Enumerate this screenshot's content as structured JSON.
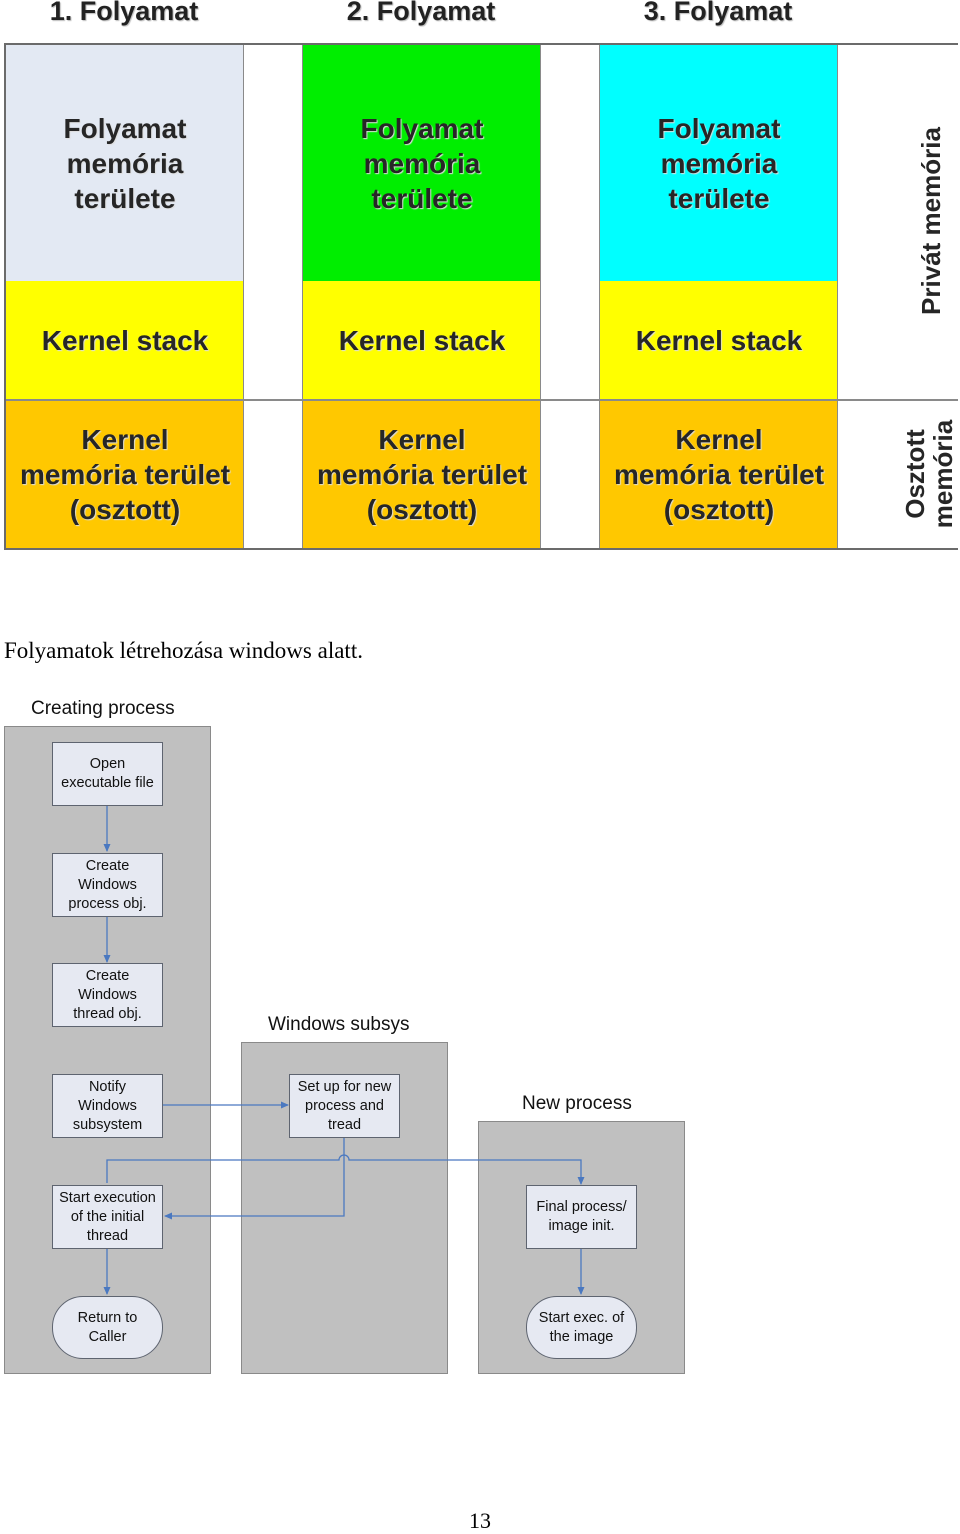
{
  "memory_figure": {
    "columns": [
      {
        "title": "1. Folyamat",
        "process_area": "Folyamat\nmemória\nterülete",
        "process_color": "#e3e9f3",
        "kernel_stack": "Kernel stack",
        "kernel_area": "Kernel\nmemória terület\n(osztott)"
      },
      {
        "title": "2. Folyamat",
        "process_area": "Folyamat\nmemória\nterülete",
        "process_color": "#00ee00",
        "kernel_stack": "Kernel stack",
        "kernel_area": "Kernel\nmemória terület\n(osztott)"
      },
      {
        "title": "3. Folyamat",
        "process_area": "Folyamat\nmemória\nterülete",
        "process_color": "#00ffff",
        "kernel_stack": "Kernel stack",
        "kernel_area": "Kernel\nmemória terület\n(osztott)"
      }
    ],
    "private_label": "Privát memória",
    "shared_label": "Osztott\nmemória",
    "kernel_stack_color": "#ffff00",
    "kernel_area_color": "#ffc800"
  },
  "caption": "Folyamatok létrehozása windows alatt.",
  "flow": {
    "lanes": {
      "creating": "Creating process",
      "subsys": "Windows subsys",
      "newproc": "New process"
    },
    "steps": {
      "open": "Open\nexecutable file",
      "create_proc": "Create\nWindows\nprocess obj.",
      "create_thread": "Create\nWindows\nthread obj.",
      "notify": "Notify\nWindows\nsubsystem",
      "start_exec": "Start execution\nof the initial\nthread",
      "return": "Return to\nCaller",
      "setup": "Set up for new\nprocess and\ntread",
      "final_init": "Final process/\nimage init.",
      "start_image": "Start exec. of\nthe image"
    },
    "arrow_color": "#4a78c0"
  },
  "page_number": "13"
}
